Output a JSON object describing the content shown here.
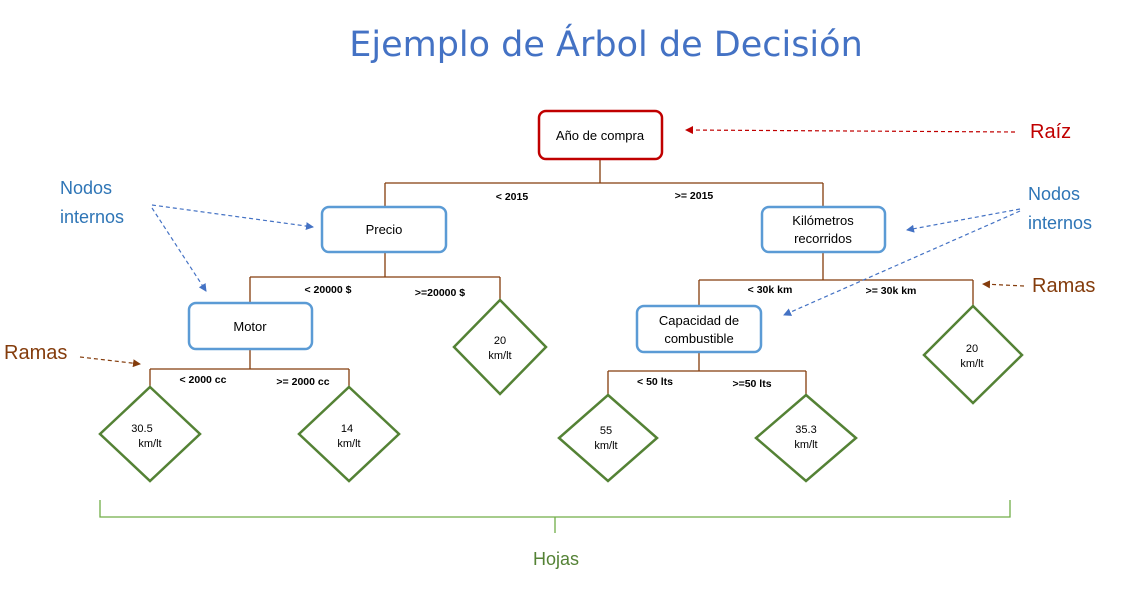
{
  "title": "Ejemplo de Árbol de Decisión",
  "root": {
    "label": "Año de compra"
  },
  "internal_nodes": {
    "precio": "Precio",
    "motor": "Motor",
    "kilometros_line1": "Kilómetros",
    "kilometros_line2": "recorridos",
    "capacidad_line1": "Capacidad de",
    "capacidad_line2": "combustible"
  },
  "edges": {
    "root_left": "< 2015",
    "root_right": ">= 2015",
    "precio_left": "< 20000 $",
    "precio_right": ">=20000 $",
    "motor_left": "< 2000 cc",
    "motor_right": ">= 2000 cc",
    "km_left": "< 30k km",
    "km_right": ">= 30k km",
    "cap_left": "< 50 lts",
    "cap_right": ">=50 lts"
  },
  "leaves": {
    "leaf_30_5": {
      "value": "30.5",
      "unit": "km/lt"
    },
    "leaf_14": {
      "value": "14",
      "unit": "km/lt"
    },
    "leaf_20a": {
      "value": "20",
      "unit": "km/lt"
    },
    "leaf_55": {
      "value": "55",
      "unit": "km/lt"
    },
    "leaf_35_3": {
      "value": "35.3",
      "unit": "km/lt"
    },
    "leaf_20b": {
      "value": "20",
      "unit": "km/lt"
    }
  },
  "annotations": {
    "raiz": "Raíz",
    "nodos_left_line1": "Nodos",
    "nodos_left_line2": "internos",
    "nodos_right_line1": "Nodos",
    "nodos_right_line2": "internos",
    "ramas_right": "Ramas",
    "ramas_left": "Ramas",
    "hojas": "Hojas"
  },
  "colors": {
    "title": "#4472c4",
    "root_border": "#c00000",
    "node_border": "#5b9bd5",
    "leaf_border": "#548235",
    "branch_line": "#843c0c",
    "annotation_blue": "#2e75b6",
    "annotation_red": "#c00000",
    "annotation_brown": "#843c0c",
    "annotation_green": "#548235"
  }
}
